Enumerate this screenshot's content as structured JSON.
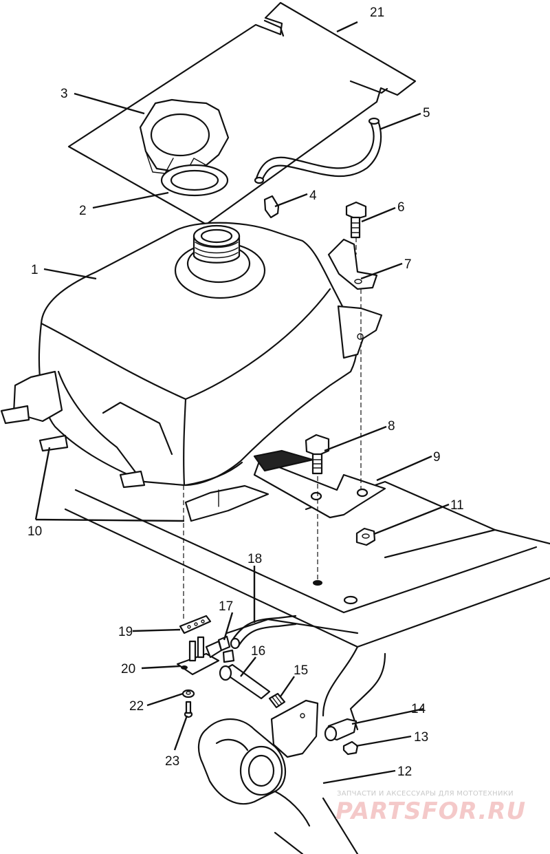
{
  "callouts": [
    {
      "id": "c1",
      "label": "1"
    },
    {
      "id": "c2",
      "label": "2"
    },
    {
      "id": "c3",
      "label": "3"
    },
    {
      "id": "c4",
      "label": "4"
    },
    {
      "id": "c5",
      "label": "5"
    },
    {
      "id": "c6",
      "label": "6"
    },
    {
      "id": "c7",
      "label": "7"
    },
    {
      "id": "c8",
      "label": "8"
    },
    {
      "id": "c9",
      "label": "9"
    },
    {
      "id": "c10",
      "label": "10"
    },
    {
      "id": "c11",
      "label": "11"
    },
    {
      "id": "c12",
      "label": "12"
    },
    {
      "id": "c13",
      "label": "13"
    },
    {
      "id": "c14",
      "label": "14"
    },
    {
      "id": "c15",
      "label": "15"
    },
    {
      "id": "c16",
      "label": "16"
    },
    {
      "id": "c17",
      "label": "17"
    },
    {
      "id": "c18",
      "label": "18"
    },
    {
      "id": "c19",
      "label": "19"
    },
    {
      "id": "c20",
      "label": "20"
    },
    {
      "id": "c21",
      "label": "21"
    },
    {
      "id": "c22",
      "label": "22"
    },
    {
      "id": "c23",
      "label": "23"
    }
  ],
  "watermark": {
    "tagline": "ЗАПЧАСТИ И АКСЕССУАРЫ ДЛЯ МОТОТЕХНИКИ",
    "brand": "PARTSFOR.RU"
  }
}
